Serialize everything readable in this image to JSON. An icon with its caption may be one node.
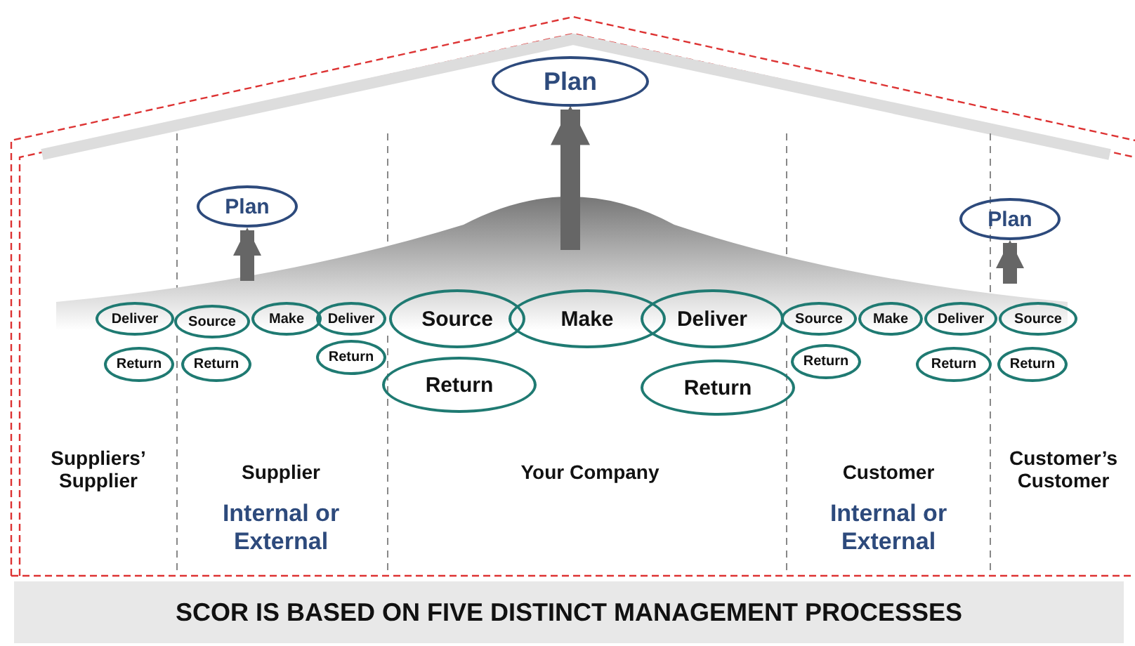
{
  "diagram": {
    "caption": "SCOR IS BASED ON FIVE DISTINCT MANAGEMENT PROCESSES",
    "nodes": [
      {
        "text": [
          "Plan"
        ]
      },
      {
        "text": [
          "Plan"
        ]
      },
      {
        "text": [
          "Plan"
        ]
      },
      {
        "text": [
          "Deliver"
        ]
      },
      {
        "text": [
          "Source"
        ]
      },
      {
        "text": [
          "Make"
        ]
      },
      {
        "text": [
          "Deliver"
        ]
      },
      {
        "text": [
          "Source"
        ]
      },
      {
        "text": [
          "Make"
        ]
      },
      {
        "text": [
          "Deliver"
        ]
      },
      {
        "text": [
          "Source"
        ]
      },
      {
        "text": [
          "Make"
        ]
      },
      {
        "text": [
          "Deliver"
        ]
      },
      {
        "text": [
          "Source"
        ]
      },
      {
        "text": [
          "Return"
        ]
      },
      {
        "text": [
          "Return"
        ]
      },
      {
        "text": [
          "Return"
        ]
      },
      {
        "text": [
          "Return"
        ]
      },
      {
        "text": [
          "Return"
        ]
      },
      {
        "text": [
          "Return"
        ]
      },
      {
        "text": [
          "Return"
        ]
      },
      {
        "text": [
          "Return"
        ]
      }
    ],
    "edges": [
      {
        "from": null,
        "to": 1,
        "arrow": "to"
      },
      {
        "from": null,
        "to": 0,
        "arrow": "to"
      },
      {
        "from": null,
        "to": 2,
        "arrow": "to"
      }
    ],
    "labels": [
      "Suppliers’ Supplier",
      "Supplier",
      "Internal or External",
      "Your Company",
      "Customer",
      "Internal or External",
      "Customer’s Customer"
    ]
  }
}
